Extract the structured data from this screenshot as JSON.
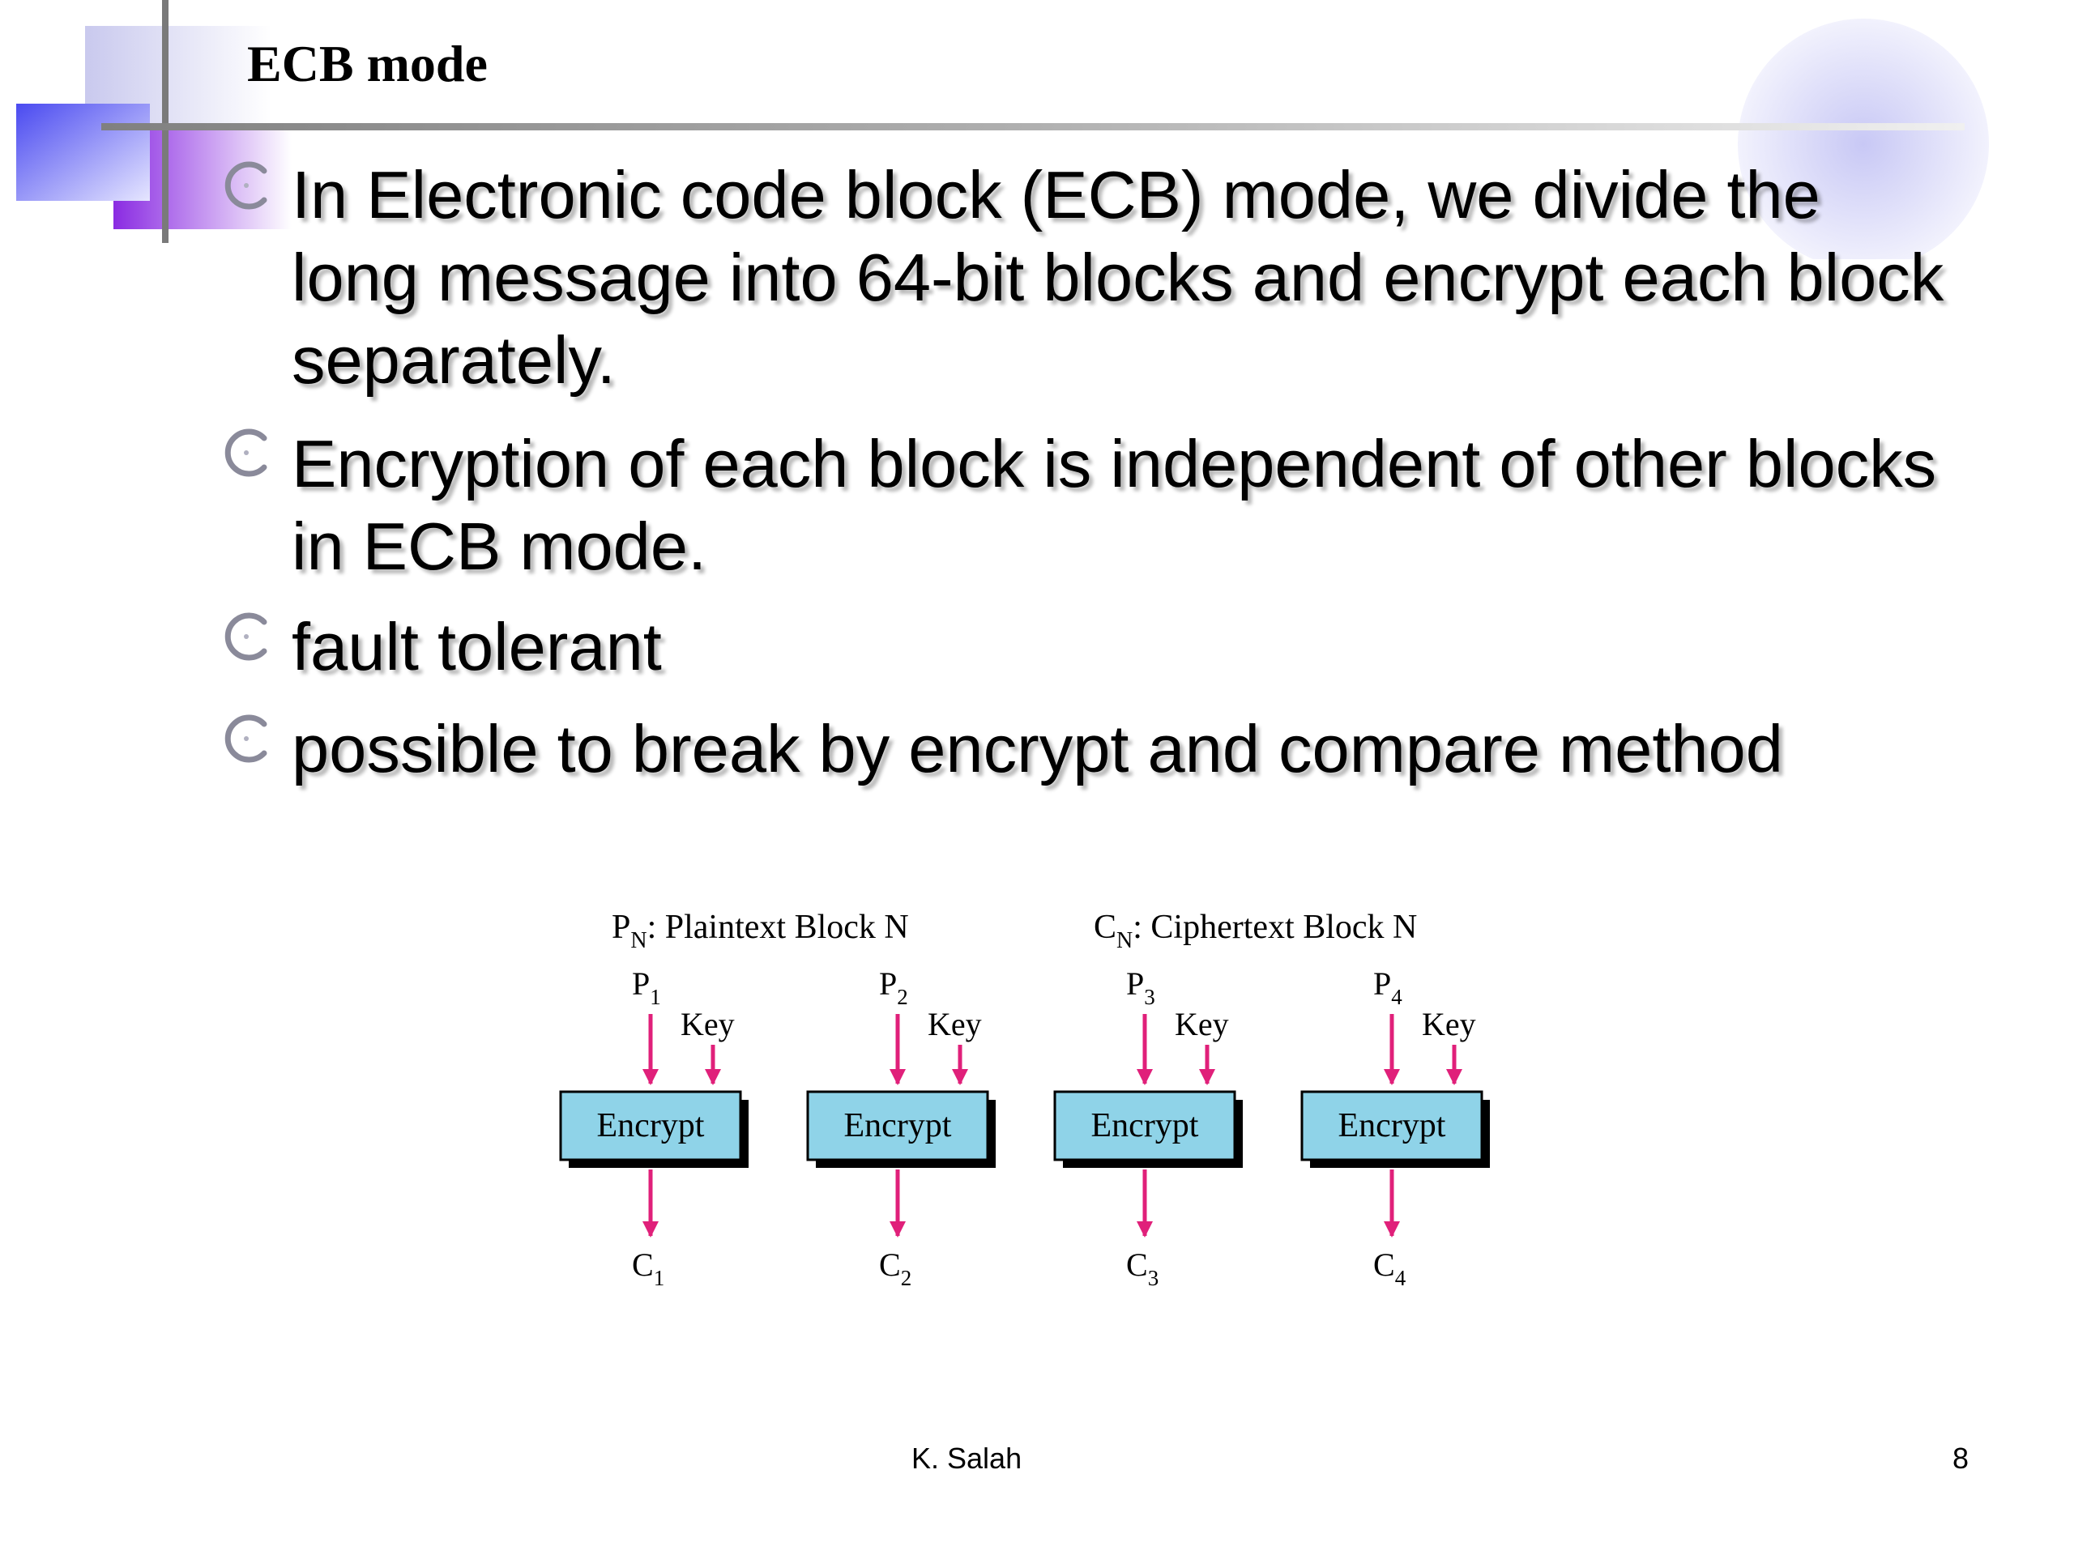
{
  "title": "ECB mode",
  "bullets": [
    "In Electronic code block (ECB) mode, we divide the long message into 64-bit blocks and encrypt each block separately.",
    "Encryption of each block is independent of other blocks in ECB mode.",
    "fault tolerant",
    "possible to break by encrypt and compare method"
  ],
  "diagram": {
    "legend_plain": {
      "sym": "P",
      "sub": "N",
      "text": ": Plaintext Block N"
    },
    "legend_cipher": {
      "sym": "C",
      "sub": "N",
      "text": ": Ciphertext Block N"
    },
    "key_label": "Key",
    "encrypt_label": "Encrypt",
    "blocks": [
      {
        "p": "P",
        "p_sub": "1",
        "c": "C",
        "c_sub": "1"
      },
      {
        "p": "P",
        "p_sub": "2",
        "c": "C",
        "c_sub": "2"
      },
      {
        "p": "P",
        "p_sub": "3",
        "c": "C",
        "c_sub": "3"
      },
      {
        "p": "P",
        "p_sub": "4",
        "c": "C",
        "c_sub": "4"
      }
    ],
    "colors": {
      "box_fill": "#8fd3e8",
      "arrow": "#e0207a",
      "shadow": "#000000"
    }
  },
  "footer": {
    "author": "K. Salah",
    "page": "8"
  },
  "decor": {
    "accent_purple": "#8a2be2",
    "accent_lavender": "#d9d9f3"
  }
}
